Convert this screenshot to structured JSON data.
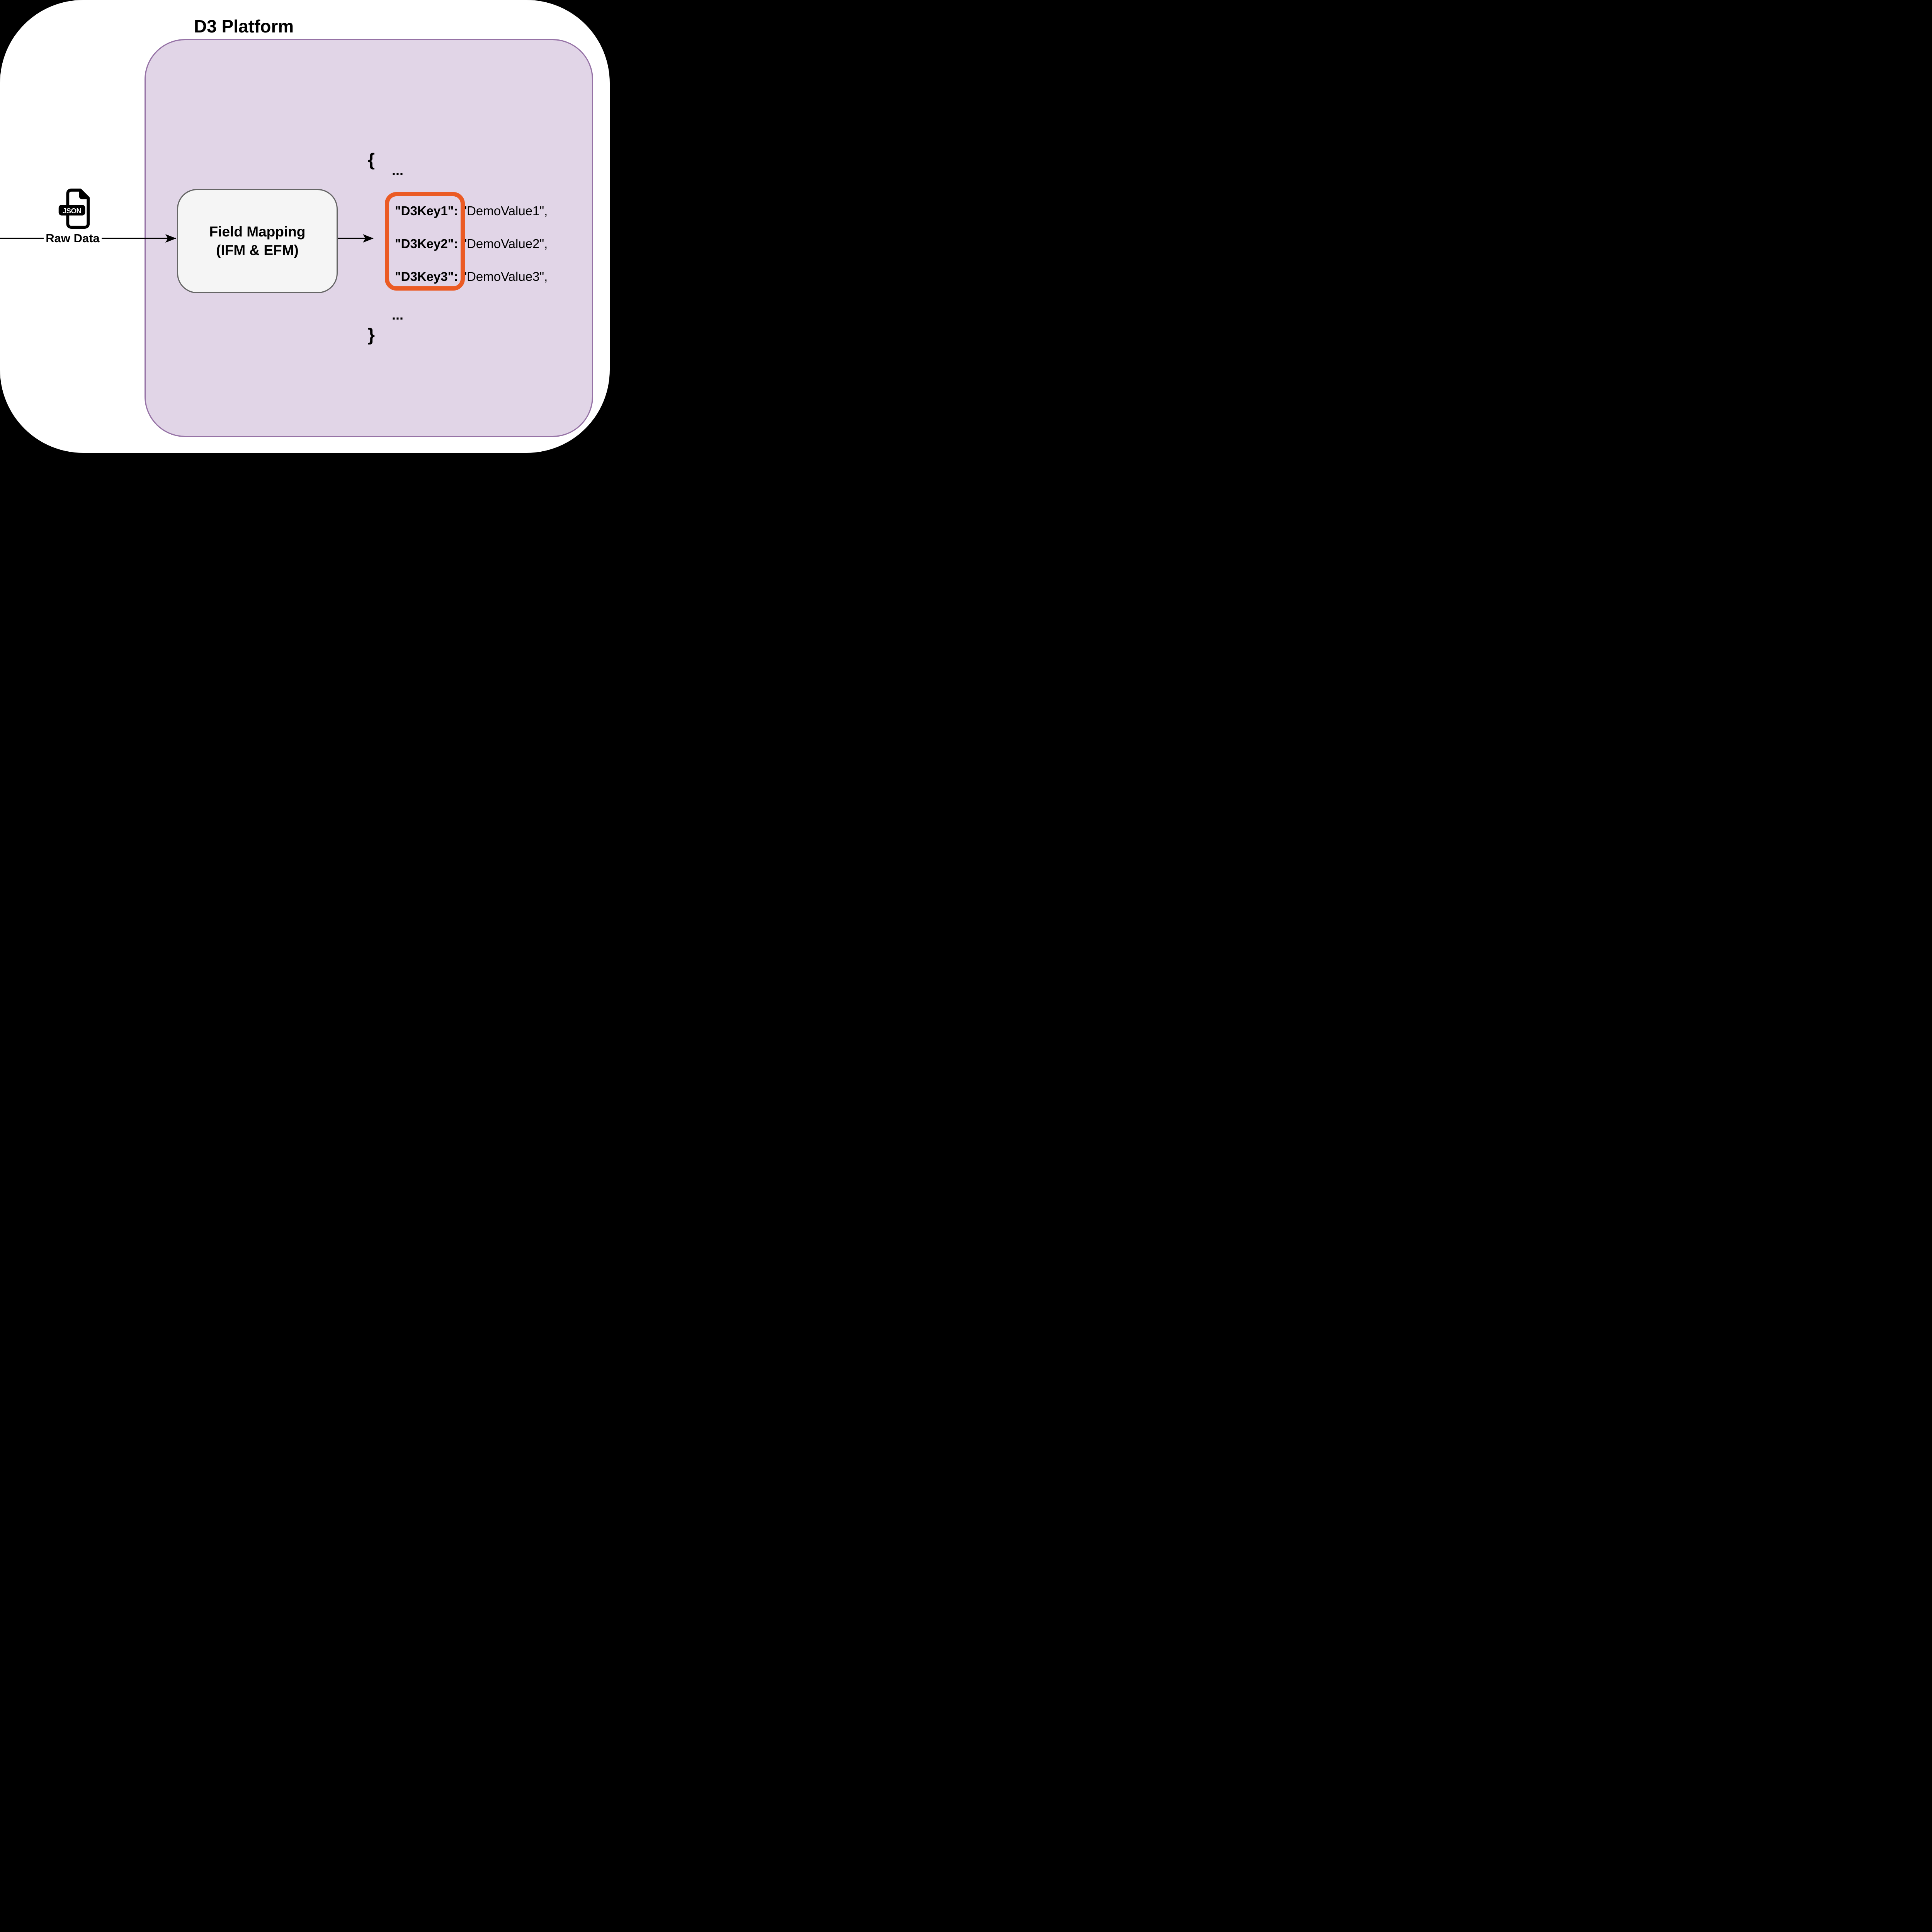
{
  "title": "D3 Platform",
  "colors": {
    "background": "#000000",
    "page": "#ffffff",
    "platform_fill": "#e1d5e7",
    "platform_stroke": "#9673a6",
    "process_fill": "#f5f5f5",
    "process_stroke": "#666666",
    "highlight_orange": "#eb5b24",
    "text": "#000000"
  },
  "raw_data": {
    "label": "Raw Data",
    "icon": "json-file-icon",
    "icon_text": "JSON"
  },
  "process": {
    "line1": "Field Mapping",
    "line2": "(IFM & EFM)"
  },
  "json_output": {
    "open_brace": "{",
    "ellipsis_top": "...",
    "entries": [
      {
        "key": "\"D3Key1\":",
        "value": "\"DemoValue1\","
      },
      {
        "key": "\"D3Key2\":",
        "value": "\"DemoValue2\","
      },
      {
        "key": "\"D3Key3\":",
        "value": "\"DemoValue3\","
      }
    ],
    "ellipsis_bottom": "...",
    "close_brace": "}"
  }
}
